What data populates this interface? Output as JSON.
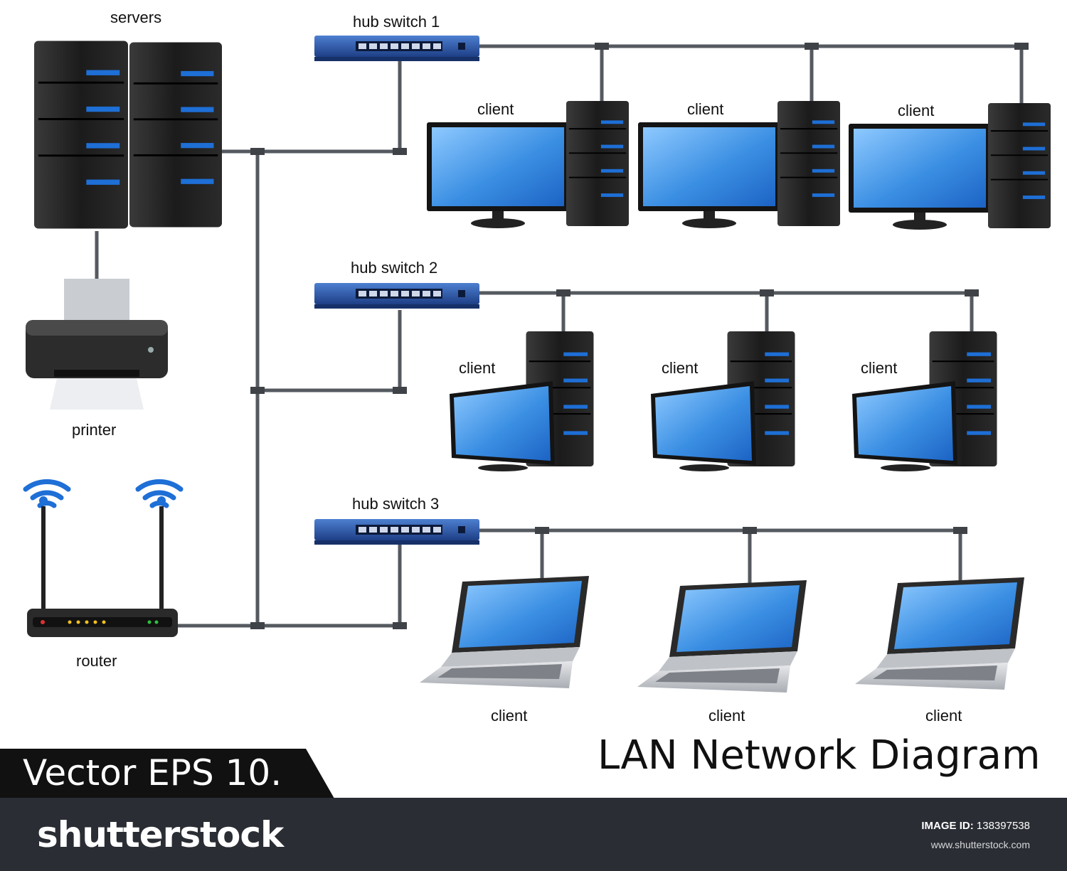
{
  "labels": {
    "servers": "servers",
    "printer": "printer",
    "router": "router",
    "hub1": "hub switch 1",
    "hub2": "hub switch 2",
    "hub3": "hub switch 3",
    "client": "client"
  },
  "title": "LAN Network Diagram",
  "badge": "Vector EPS 10.",
  "footer": {
    "brand": "shutterstock",
    "image_id_label": "IMAGE ID:",
    "image_id": "138397538",
    "site": "www.shutterstock.com"
  },
  "colors": {
    "accent_blue": "#1e6fd6",
    "screen_blue": "#3a8fe0",
    "hub_blue": "#2b5aa8",
    "tower_black": "#1c1c1c",
    "footer_bg": "#2a2d33"
  },
  "icons": [
    "server-icon",
    "printer-icon",
    "router-icon",
    "wifi-icon",
    "hub-switch-icon",
    "desktop-monitor-icon",
    "pc-tower-icon",
    "laptop-icon"
  ]
}
